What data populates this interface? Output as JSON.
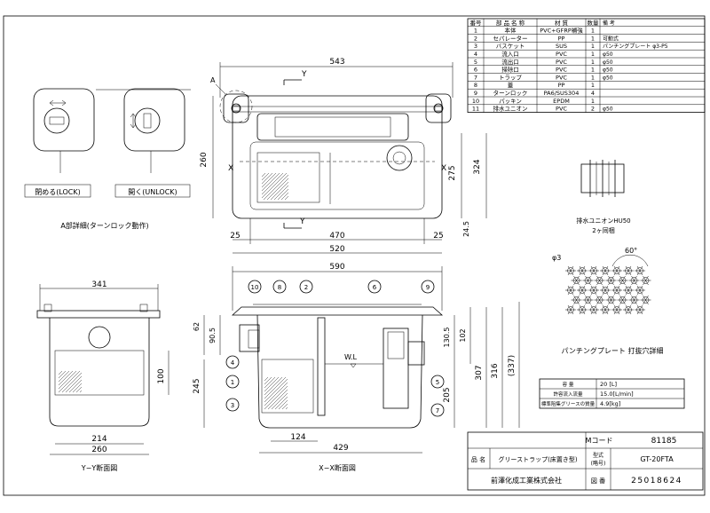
{
  "parts_table": {
    "headers": [
      "番号",
      "部 品 名 称",
      "材 質",
      "数量",
      "備 考"
    ],
    "rows": [
      [
        "1",
        "本体",
        "PVC+GFRP補強",
        "1",
        ""
      ],
      [
        "2",
        "セパレーター",
        "PP",
        "1",
        "可動式"
      ],
      [
        "3",
        "バスケット",
        "SUS",
        "1",
        "パンチングプレート φ3-P5"
      ],
      [
        "4",
        "流入口",
        "PVC",
        "1",
        "φ50"
      ],
      [
        "5",
        "流出口",
        "PVC",
        "1",
        "φ50"
      ],
      [
        "6",
        "掃除口",
        "PVC",
        "1",
        "φ50"
      ],
      [
        "7",
        "トラップ",
        "PVC",
        "1",
        "φ50"
      ],
      [
        "8",
        "蓋",
        "PP",
        "1",
        ""
      ],
      [
        "9",
        "ターンロック",
        "PA6/SUS304",
        "4",
        ""
      ],
      [
        "10",
        "パッキン",
        "EPDM",
        "1",
        ""
      ],
      [
        "11",
        "排水ユニオン",
        "PVC",
        "2",
        "φ50"
      ]
    ]
  },
  "detail_a": {
    "lock_label": "閉める(LOCK)",
    "unlock_label": "開く(UNLOCK)",
    "caption": "A部詳細(ターンロック動作)"
  },
  "plan_view": {
    "width_total": "543",
    "inner_470": "470",
    "outer_520": "520",
    "left_25": "25",
    "right_25": "25",
    "height_260": "260",
    "dim_275": "275",
    "dim_324": "324",
    "dim_24_5": "24.5",
    "marker_a": "A",
    "section_y": "Y",
    "section_x": "X"
  },
  "union": {
    "caption_1": "排水ユニオンHU50",
    "caption_2": "2ヶ同梱"
  },
  "punch": {
    "diameter": "φ3",
    "angle": "60°",
    "caption": "パンチングプレート 打抜穴詳細"
  },
  "yy_section": {
    "top_341": "341",
    "dim_100": "100",
    "dim_214": "214",
    "dim_260": "260",
    "caption": "Y−Y断面図"
  },
  "xx_section": {
    "top_590": "590",
    "dim_62": "62",
    "dim_90_5": "90.5",
    "dim_245": "245",
    "dim_130_5": "130.5",
    "dim_102": "102",
    "dim_205": "205",
    "dim_307": "307",
    "dim_316": "316",
    "dim_337": "(337)",
    "dim_124": "124",
    "dim_429": "429",
    "wl": "W.L",
    "caption": "X−X断面図",
    "balloons": [
      "10",
      "8",
      "2",
      "6",
      "9",
      "4",
      "1",
      "3",
      "5",
      "7"
    ]
  },
  "spec_table": {
    "rows": [
      [
        "容 量",
        "20 [L]"
      ],
      [
        "許容流入流量",
        "15.0[L/min]"
      ],
      [
        "標準阻集グリースの質量",
        "4.9[kg]"
      ]
    ]
  },
  "title_block": {
    "mcode_label": "Mコード",
    "mcode_value": "81185",
    "name_label": "品 名",
    "name_value": "グリーストラップ(床置き型)",
    "model_label_1": "型式",
    "model_label_2": "(略号)",
    "model_value": "GT-20FTA",
    "company": "前澤化成工業株式会社",
    "drawing_label": "図 番",
    "drawing_value": "25018624"
  }
}
